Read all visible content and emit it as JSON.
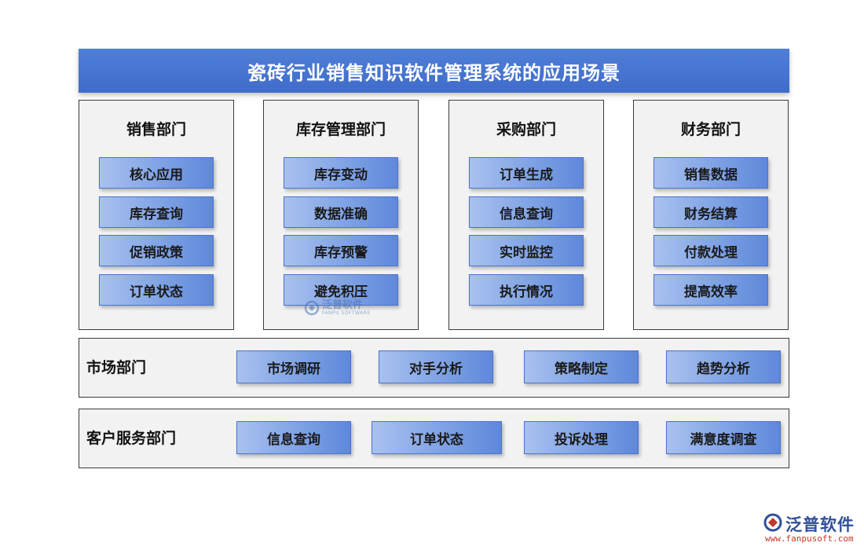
{
  "title": "瓷砖行业销售知识软件管理系统的应用场景",
  "columns": [
    {
      "name": "销售部门",
      "items": [
        "核心应用",
        "库存查询",
        "促销政策",
        "订单状态"
      ]
    },
    {
      "name": "库存管理部门",
      "items": [
        "库存变动",
        "数据准确",
        "库存预警",
        "避免积压"
      ]
    },
    {
      "name": "采购部门",
      "items": [
        "订单生成",
        "信息查询",
        "实时监控",
        "执行情况"
      ]
    },
    {
      "name": "财务部门",
      "items": [
        "销售数据",
        "财务结算",
        "付款处理",
        "提高效率"
      ]
    }
  ],
  "rows": [
    {
      "name": "市场部门",
      "items": [
        "市场调研",
        "对手分析",
        "策略制定",
        "趋势分析"
      ]
    },
    {
      "name": "客户服务部门",
      "items": [
        "信息查询",
        "订单状态",
        "投诉处理",
        "满意度调查"
      ]
    }
  ],
  "watermark": {
    "text": "泛普软件",
    "sub": "FANPU SOFTWARE"
  },
  "brand": {
    "name": "泛普软件",
    "url": "www.fanpusoft.com"
  },
  "colors": {
    "title_bg": "#4472c4",
    "item_bg": "#8faadc",
    "panel_bg": "#f2f2f2"
  }
}
